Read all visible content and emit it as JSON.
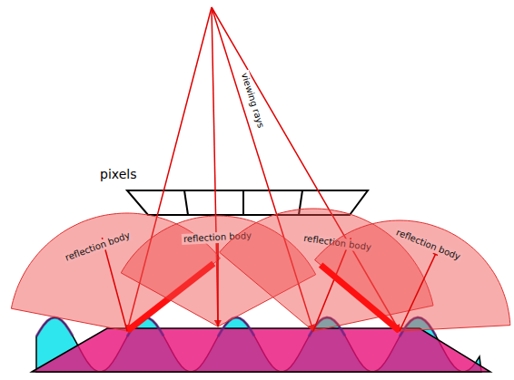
{
  "diagram": {
    "nodes": [
      {
        "text": [
          "reflection body"
        ]
      },
      {
        "text": [
          "reflection body"
        ]
      },
      {
        "text": [
          "reflection body"
        ]
      },
      {
        "text": [
          "reflection body"
        ]
      }
    ],
    "labels": [
      "pixels",
      "viewing rays"
    ]
  }
}
